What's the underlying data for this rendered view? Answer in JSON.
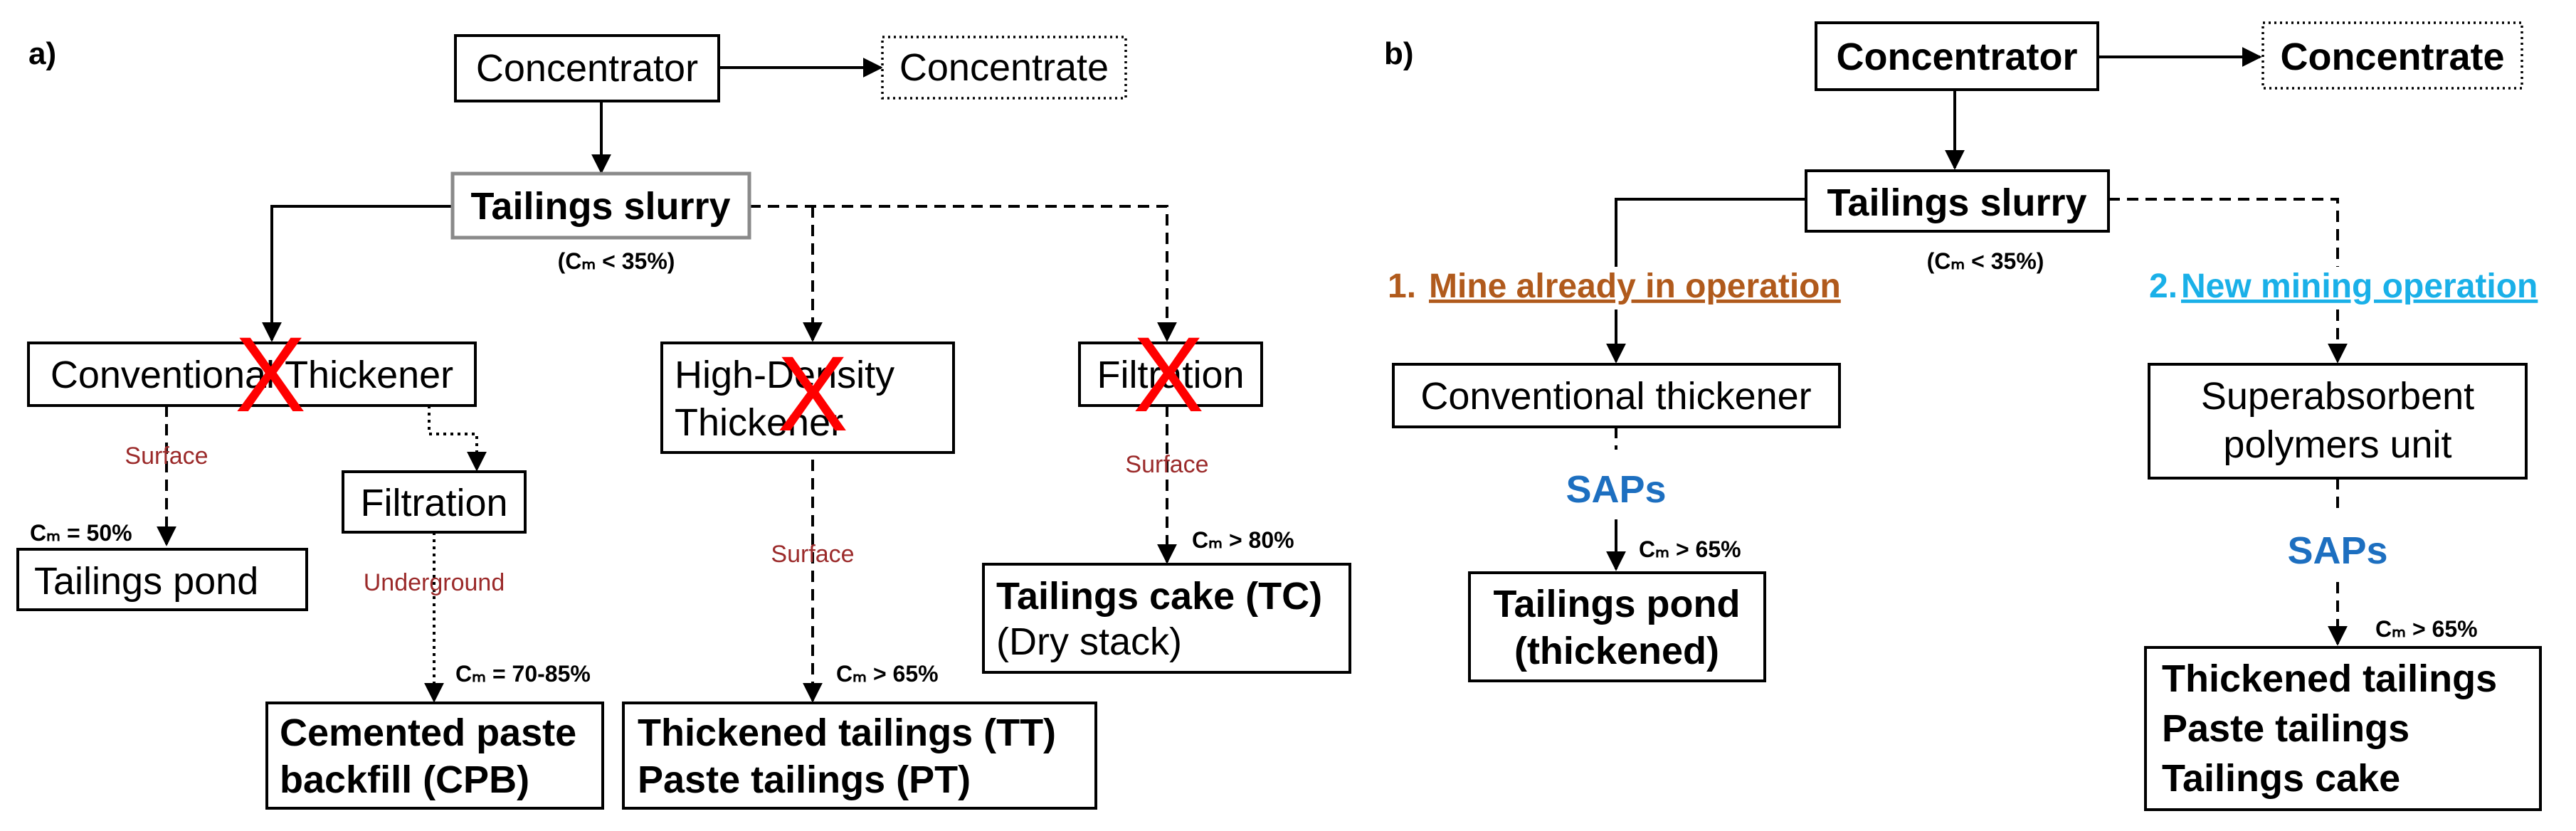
{
  "panel_a": {
    "label": "a)",
    "concentrator": "Concentrator",
    "concentrate": "Concentrate",
    "tailings_slurry": "Tailings slurry",
    "cw_slurry": "(Cₘ < 35%)",
    "conventional_thickener": "Conventional Thickener",
    "high_density_line1": "High-Density",
    "high_density_line2": "Thickener",
    "filtration_top": "Filtration",
    "surface_1": "Surface",
    "filtration_mid": "Filtration",
    "cw_50": "Cₘ = 50%",
    "tailings_pond": "Tailings pond",
    "underground": "Underground",
    "cw_70_85": "Cₘ = 70-85%",
    "cpb_line1": "Cemented paste",
    "cpb_line2": "backfill (CPB)",
    "surface_2": "Surface",
    "cw_65": "Cₘ > 65%",
    "tt_line1": "Thickened tailings (TT)",
    "tt_line2": "Paste tailings (PT)",
    "surface_3": "Surface",
    "cw_80": "Cₘ > 80%",
    "tc_line1": "Tailings cake (TC)",
    "tc_line2": "(Dry stack)",
    "x_mark": "X"
  },
  "panel_b": {
    "label": "b)",
    "concentrator": "Concentrator",
    "concentrate": "Concentrate",
    "tailings_slurry": "Tailings slurry",
    "cw_slurry": "(Cₘ < 35%)",
    "option1_num": "1.",
    "option1_text": "Mine already in operation",
    "option2_num": "2.",
    "option2_text": "New mining operation",
    "conventional_thickener": "Conventional thickener",
    "saps_left": "SAPs",
    "cw_65_left": "Cₘ > 65%",
    "pond_line1": "Tailings pond",
    "pond_line2": "(thickened)",
    "sap_unit_line1": "Superabsorbent",
    "sap_unit_line2": "polymers unit",
    "saps_right": "SAPs",
    "cw_65_right": "Cₘ > 65%",
    "out_line1": "Thickened tailings",
    "out_line2": "Paste tailings",
    "out_line3": "Tailings cake"
  },
  "colors": {
    "x_mark": "#ff0000",
    "annotation_red": "#9b2a2a",
    "saps_blue": "#1d6fc0",
    "option1_brown": "#b05a1c",
    "option2_cyan": "#1ab0e8"
  }
}
